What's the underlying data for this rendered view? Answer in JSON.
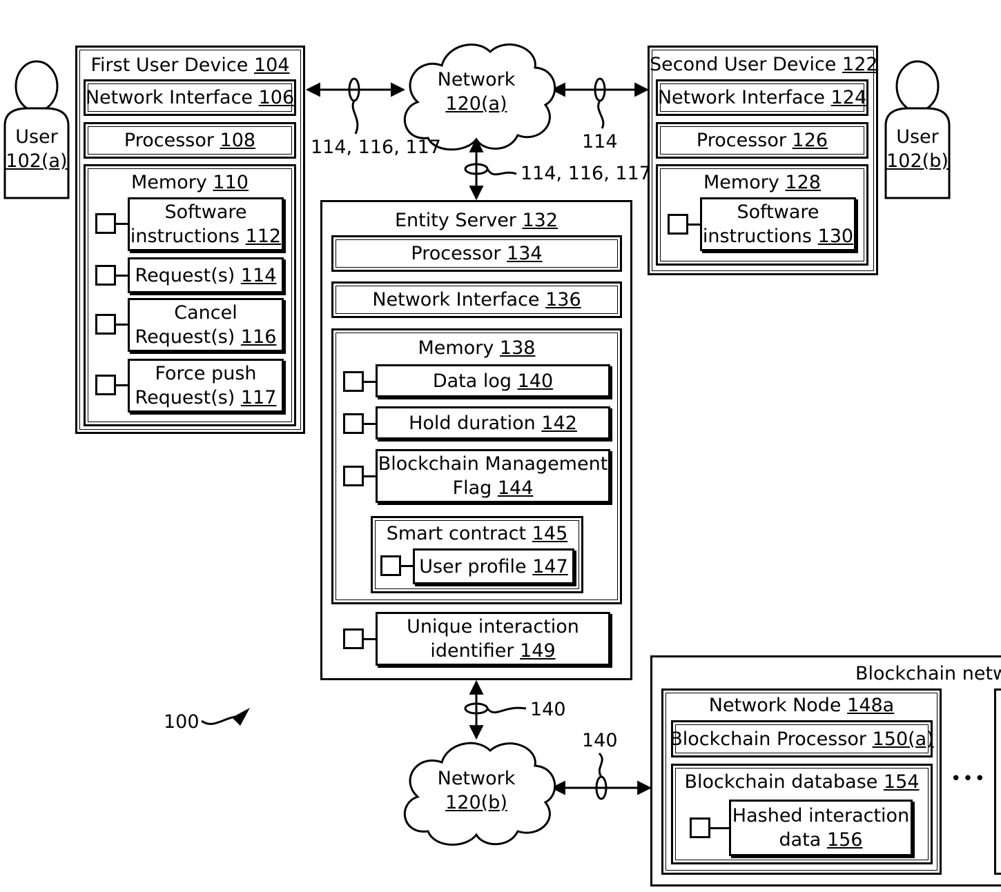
{
  "first_device": {
    "title": "First User Device",
    "ref": "104",
    "network_interface": {
      "label": "Network Interface",
      "ref": "106"
    },
    "processor": {
      "label": "Processor",
      "ref": "108"
    },
    "memory": {
      "label": "Memory",
      "ref": "110"
    },
    "software": {
      "line1": "Software",
      "line2": "instructions",
      "ref": "112"
    },
    "request": {
      "label": "Request(s)",
      "ref": "114"
    },
    "cancel": {
      "line1": "Cancel",
      "line2": "Request(s)",
      "ref": "116"
    },
    "force": {
      "line1": "Force push",
      "line2": "Request(s)",
      "ref": "117"
    }
  },
  "user_a": {
    "label": "User",
    "ref": "102(a)"
  },
  "user_b": {
    "label": "User",
    "ref": "102(b)"
  },
  "network_a": {
    "label": "Network",
    "ref": "120(a)"
  },
  "network_b": {
    "label": "Network",
    "ref": "120(b)"
  },
  "links": {
    "left_top": "114, 116, 117",
    "right_top": "114",
    "server_top": "114, 116, 117",
    "server_bottom": "140",
    "chain": "140"
  },
  "second_device": {
    "title": "Second User Device",
    "ref": "122",
    "network_interface": {
      "label": "Network Interface",
      "ref": "124"
    },
    "processor": {
      "label": "Processor",
      "ref": "126"
    },
    "memory": {
      "label": "Memory",
      "ref": "128"
    },
    "software": {
      "line1": "Software",
      "line2": "instructions",
      "ref": "130"
    }
  },
  "server": {
    "title": "Entity Server",
    "ref": "132",
    "processor": {
      "label": "Processor",
      "ref": "134"
    },
    "network_interface": {
      "label": "Network Interface",
      "ref": "136"
    },
    "memory": {
      "label": "Memory",
      "ref": "138"
    },
    "data_log": {
      "label": "Data log",
      "ref": "140"
    },
    "hold": {
      "label": "Hold duration",
      "ref": "142"
    },
    "flag": {
      "line1": "Blockchain Management",
      "line2": "Flag",
      "ref": "144"
    },
    "contract": {
      "label": "Smart contract",
      "ref": "145"
    },
    "profile": {
      "label": "User profile",
      "ref": "147"
    },
    "unique": {
      "line1": "Unique interaction",
      "line2": "identifier",
      "ref": "149"
    }
  },
  "system_ref": "100",
  "blockchain": {
    "title": "Blockchain netwo",
    "node": {
      "label": "Network Node",
      "ref": "148a"
    },
    "processor": {
      "label": "Blockchain Processor",
      "ref": "150(a)"
    },
    "database": {
      "label": "Blockchain database",
      "ref": "154"
    },
    "hashed": {
      "line1": "Hashed interaction",
      "line2": "data",
      "ref": "156"
    },
    "ellipsis": "•••"
  }
}
